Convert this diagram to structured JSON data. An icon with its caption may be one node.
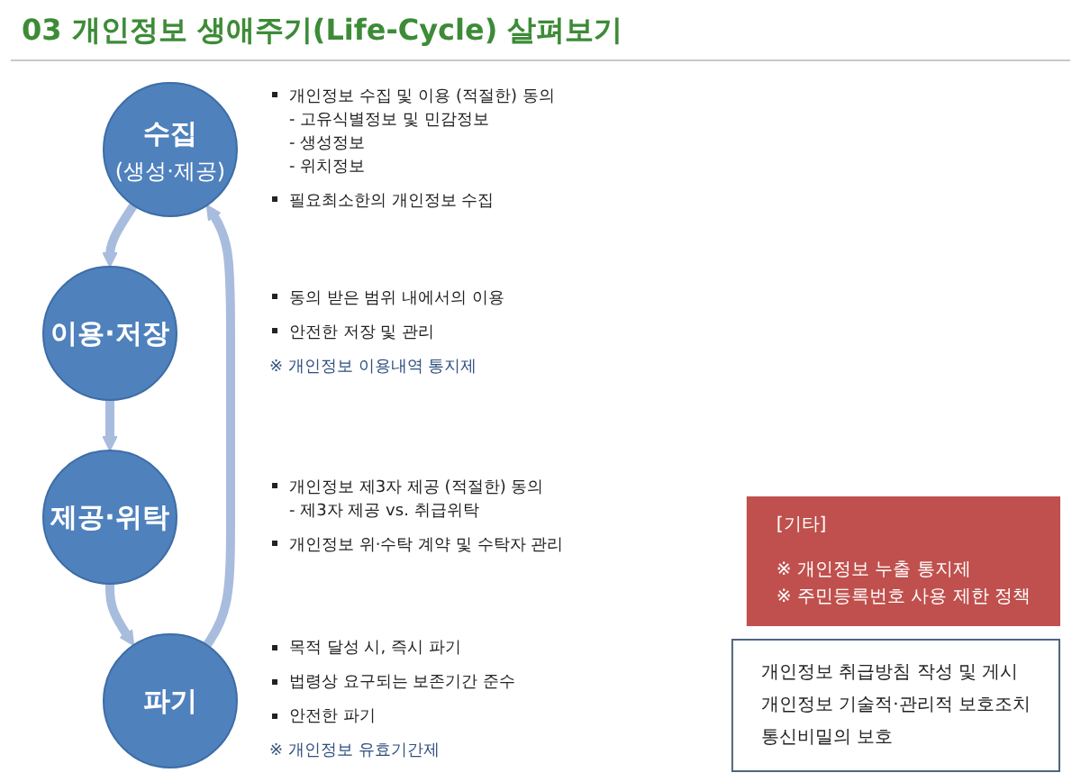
{
  "diagram": {
    "title": "03 개인정보 생애주기(Life-Cycle) 살펴보기",
    "nodes": [
      {
        "text": [
          "수집",
          "(생성·제공)"
        ],
        "beside": [
          "개인정보 수집 및 이용 (적절한) 동의",
          "- 고유식별정보 및 민감정보",
          "- 생성정보",
          "- 위치정보",
          "필요최소한의 개인정보 수집"
        ]
      },
      {
        "text": [
          "파기"
        ],
        "beside": [
          "목적 달성 시, 즉시 파기",
          "법령상 요구되는 보존기간 준수",
          "안전한 파기",
          "※ 개인정보 유효기간제"
        ]
      },
      {
        "text": [
          "이용·저장"
        ],
        "beside": [
          "동의 받은 범위 내에서의 이용",
          "안전한 저장 및 관리",
          "※ 개인정보 이용내역 통지제"
        ]
      },
      {
        "text": [
          "제공·위탁"
        ],
        "beside": [
          "개인정보 제3자 제공 (적절한) 동의",
          "- 제3자 제공 vs. 취급위탁",
          "개인정보 위·수탁 계약 및 수탁자 관리"
        ]
      },
      {
        "text": [
          "[기타]",
          "※ 개인정보 누출 통지제",
          "※ 주민등록번호 사용 제한 정책"
        ]
      },
      {
        "text": [
          "개인정보 취급방침 작성 및 게시",
          "개인정보 기술적·관리적 보호조치",
          "통신비밀의 보호"
        ]
      }
    ],
    "edges": [
      {
        "from": 0,
        "to": 2,
        "arrow": "to"
      },
      {
        "from": 2,
        "to": 3,
        "arrow": "to"
      },
      {
        "from": 3,
        "to": 1,
        "arrow": "to"
      },
      {
        "from": 1,
        "to": 0,
        "arrow": "to"
      }
    ]
  }
}
